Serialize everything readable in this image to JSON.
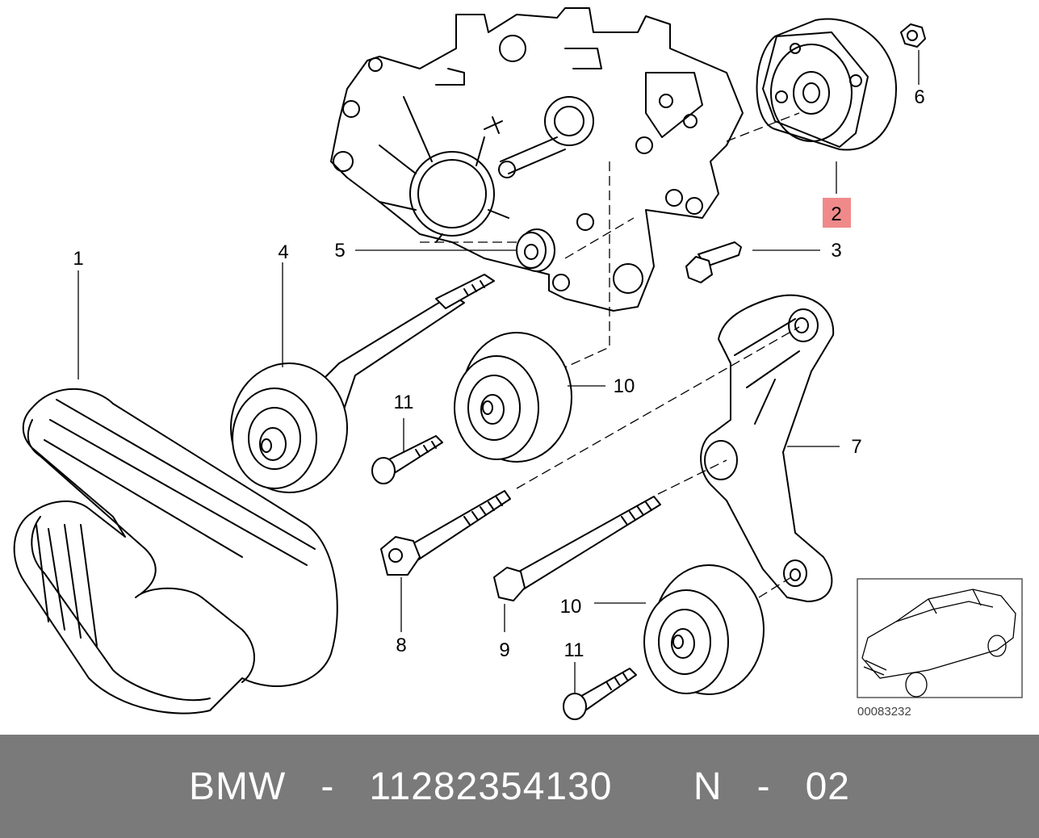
{
  "diagram": {
    "callouts": [
      {
        "id": "c1",
        "label": "1"
      },
      {
        "id": "c2",
        "label": "2",
        "highlighted": true
      },
      {
        "id": "c3",
        "label": "3"
      },
      {
        "id": "c4",
        "label": "4"
      },
      {
        "id": "c5",
        "label": "5"
      },
      {
        "id": "c6",
        "label": "6"
      },
      {
        "id": "c7",
        "label": "7"
      },
      {
        "id": "c8",
        "label": "8"
      },
      {
        "id": "c9",
        "label": "9"
      },
      {
        "id": "c10a",
        "label": "10"
      },
      {
        "id": "c10b",
        "label": "10"
      },
      {
        "id": "c11a",
        "label": "11"
      },
      {
        "id": "c11b",
        "label": "11"
      }
    ],
    "drawing_code": "00083232",
    "highlight_color": "#f08a8a"
  },
  "footer": {
    "brand": "BMW",
    "separator": "-",
    "part_number": "11282354130",
    "position_prefix": "N",
    "position_number": "02",
    "background_color": "#7a7a7a"
  }
}
